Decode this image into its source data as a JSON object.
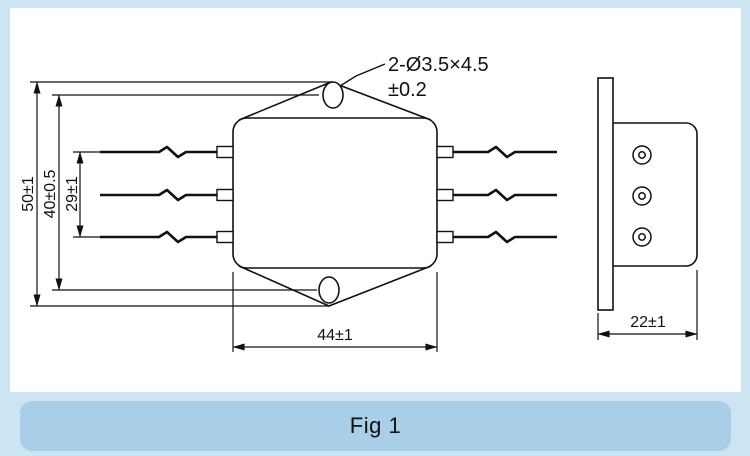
{
  "figure": {
    "caption": "Fig 1"
  },
  "front_view": {
    "hole_callout": {
      "line1": "2-Ø3.5×4.5",
      "line2": "±0.2"
    },
    "dimensions": {
      "overall_height": "50±1",
      "hole_center_spacing": "40±0.5",
      "terminal_spacing": "29±1",
      "body_width": "44±1"
    }
  },
  "side_view": {
    "dimensions": {
      "depth": "22±1"
    }
  },
  "colors": {
    "background": "#cde5f2",
    "panel": "#ffffff",
    "caption_bar": "#a9cfe8",
    "line": "#111111"
  }
}
